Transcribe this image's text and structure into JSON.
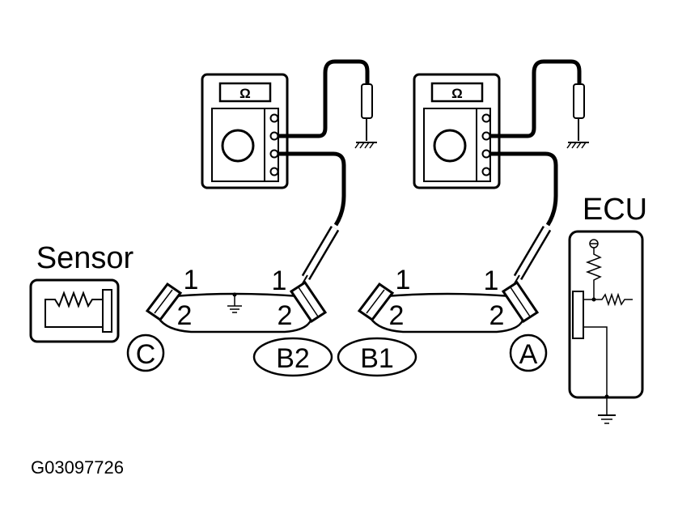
{
  "meters": [
    {
      "unit_symbol": "Ω"
    },
    {
      "unit_symbol": "Ω"
    }
  ],
  "labels": {
    "sensor": "Sensor",
    "ecu": "ECU",
    "figure_id": "G03097726"
  },
  "connectors": {
    "c": {
      "id": "C"
    },
    "b2": {
      "id": "B2",
      "pin_top": "1",
      "pin_bottom": "2",
      "pin_top_right": "1",
      "pin_bottom_right": "2"
    },
    "b1": {
      "id": "B1"
    },
    "a": {
      "id": "A",
      "pin_top": "1",
      "pin_bottom": "2",
      "pin_top_right": "1",
      "pin_bottom_right": "2"
    }
  },
  "colors": {
    "line": "#000000",
    "background": "#ffffff"
  }
}
